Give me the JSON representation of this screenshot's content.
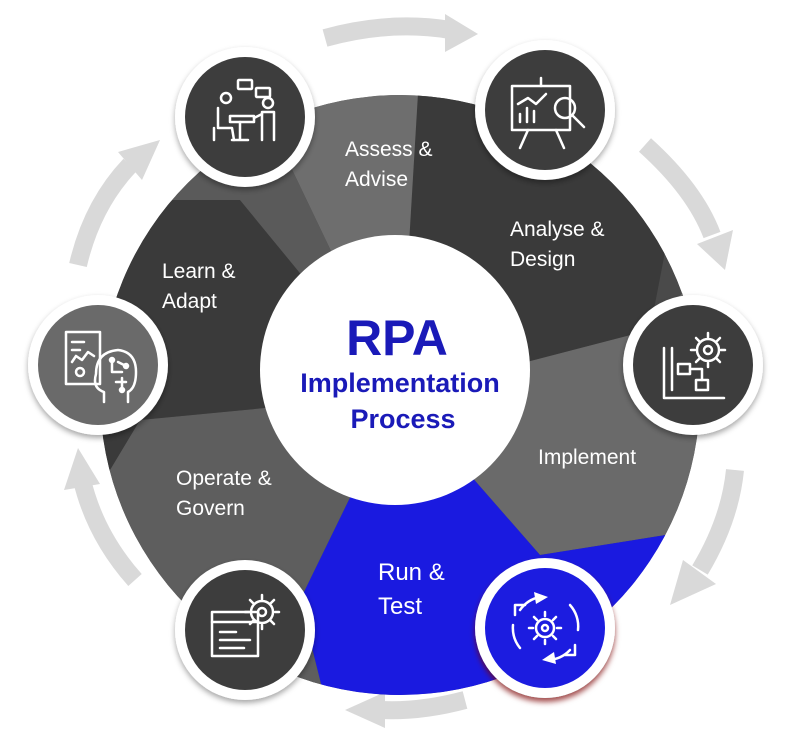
{
  "center": {
    "title": "RPA",
    "subtitle_line1": "Implementation",
    "subtitle_line2": "Process"
  },
  "stages": [
    {
      "id": "assess",
      "line1": "Assess &",
      "line2": "Advise",
      "icon": "consultation-icon"
    },
    {
      "id": "analyse",
      "line1": "Analyse &",
      "line2": "Design",
      "icon": "analytics-board-icon"
    },
    {
      "id": "implement",
      "line1": "Implement",
      "line2": "",
      "icon": "workflow-gear-icon"
    },
    {
      "id": "run",
      "line1": "Run &",
      "line2": "Test",
      "icon": "cycle-gear-icon"
    },
    {
      "id": "operate",
      "line1": "Operate &",
      "line2": "Govern",
      "icon": "browser-gear-icon"
    },
    {
      "id": "learn",
      "line1": "Learn &",
      "line2": "Adapt",
      "icon": "ai-head-icon"
    }
  ],
  "colors": {
    "dark_segment": "#3a3a3a",
    "mid_segment": "#5e5e5e",
    "light_segment": "#6e6e6e",
    "highlight": "#1a1ae0",
    "center_text": "#1a1ab8",
    "arrow": "#d9d9d9"
  }
}
